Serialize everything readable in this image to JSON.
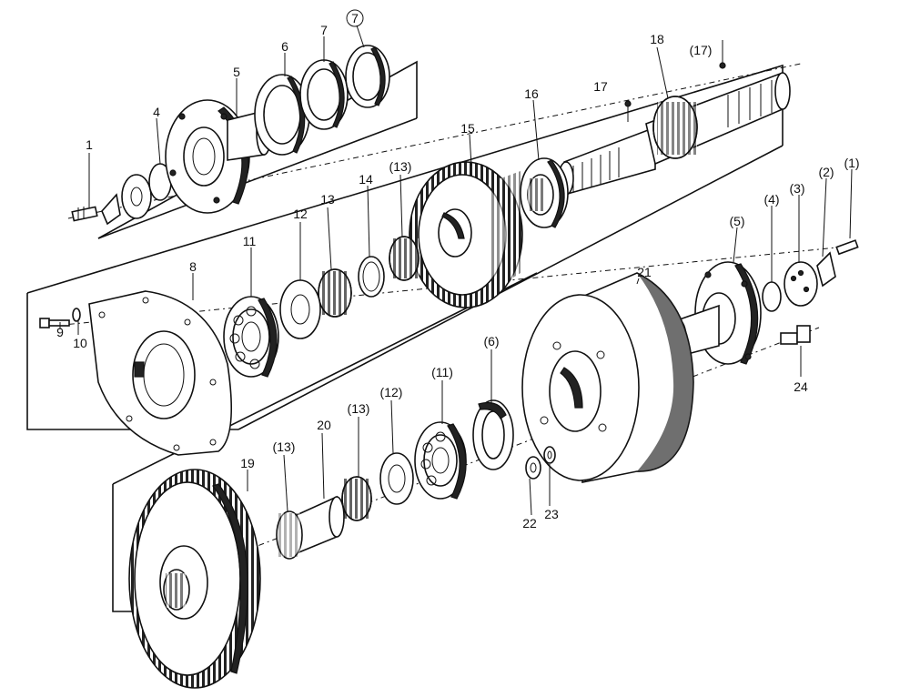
{
  "colors": {
    "ink": "#111111",
    "paper": "#ffffff"
  },
  "callouts": [
    {
      "id": "c1",
      "text": "1"
    },
    {
      "id": "c4",
      "text": "4"
    },
    {
      "id": "c5",
      "text": "5"
    },
    {
      "id": "c6",
      "text": "6"
    },
    {
      "id": "c7",
      "text": "7"
    },
    {
      "id": "c7c",
      "text": "7"
    },
    {
      "id": "c8",
      "text": "8"
    },
    {
      "id": "c9",
      "text": "9"
    },
    {
      "id": "c10",
      "text": "10"
    },
    {
      "id": "c11",
      "text": "11"
    },
    {
      "id": "c12",
      "text": "12"
    },
    {
      "id": "c13",
      "text": "13"
    },
    {
      "id": "c14",
      "text": "14"
    },
    {
      "id": "c13p",
      "text": "(13)"
    },
    {
      "id": "c15",
      "text": "15"
    },
    {
      "id": "c16",
      "text": "16"
    },
    {
      "id": "c17",
      "text": "17"
    },
    {
      "id": "c17p",
      "text": "(17)"
    },
    {
      "id": "c18",
      "text": "18"
    },
    {
      "id": "c1p",
      "text": "(1)"
    },
    {
      "id": "c2p",
      "text": "(2)"
    },
    {
      "id": "c3p",
      "text": "(3)"
    },
    {
      "id": "c4p",
      "text": "(4)"
    },
    {
      "id": "c5p",
      "text": "(5)"
    },
    {
      "id": "c21",
      "text": "21"
    },
    {
      "id": "c24",
      "text": "24"
    },
    {
      "id": "c6p",
      "text": "(6)"
    },
    {
      "id": "c11p",
      "text": "(11)"
    },
    {
      "id": "c12p",
      "text": "(12)"
    },
    {
      "id": "c13p2",
      "text": "(13)"
    },
    {
      "id": "c20",
      "text": "20"
    },
    {
      "id": "c13p3",
      "text": "(13)"
    },
    {
      "id": "c19",
      "text": "19"
    },
    {
      "id": "c22",
      "text": "22"
    },
    {
      "id": "c23",
      "text": "23"
    }
  ]
}
